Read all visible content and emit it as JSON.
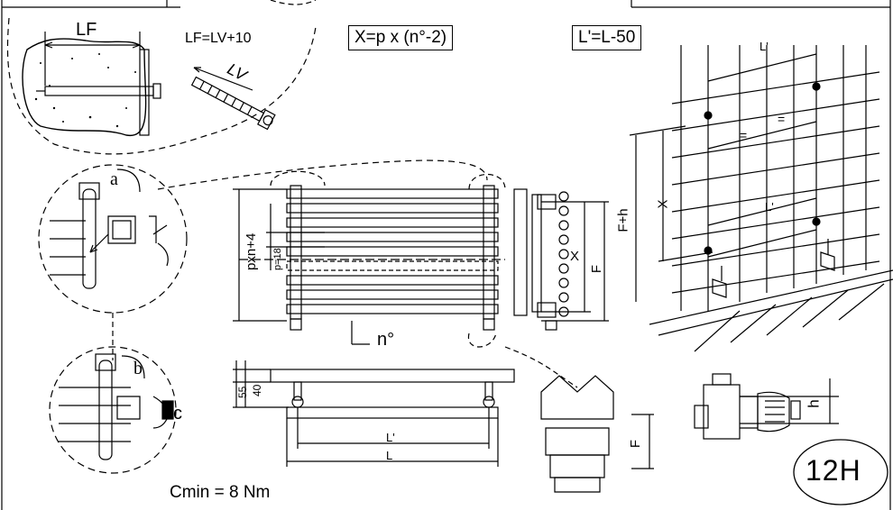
{
  "anchor": {
    "lf_label": "LF",
    "lf_formula": "LF=LV+10",
    "lv_label": "LV"
  },
  "formulas": {
    "x_formula": "X=p x (n°-2)",
    "l_formula": "L'=L-50"
  },
  "steps": {
    "a": "a",
    "b": "b",
    "c": "c"
  },
  "front_view": {
    "pxn4": "pxn+4",
    "p18": "p=18",
    "x": "X",
    "f": "F",
    "n": "n°"
  },
  "side_view": {
    "dim40": "40",
    "dim55": "55",
    "lprime": "L'",
    "l": "L"
  },
  "valve": {
    "f": "F",
    "h": "h"
  },
  "wall": {
    "lprime_top": "L'",
    "lprime_mid": "L'",
    "eq1": "=",
    "eq2": "=",
    "x": "X",
    "fh": "F+h"
  },
  "torque": "Cmin = 8 Nm",
  "badge": "12H"
}
